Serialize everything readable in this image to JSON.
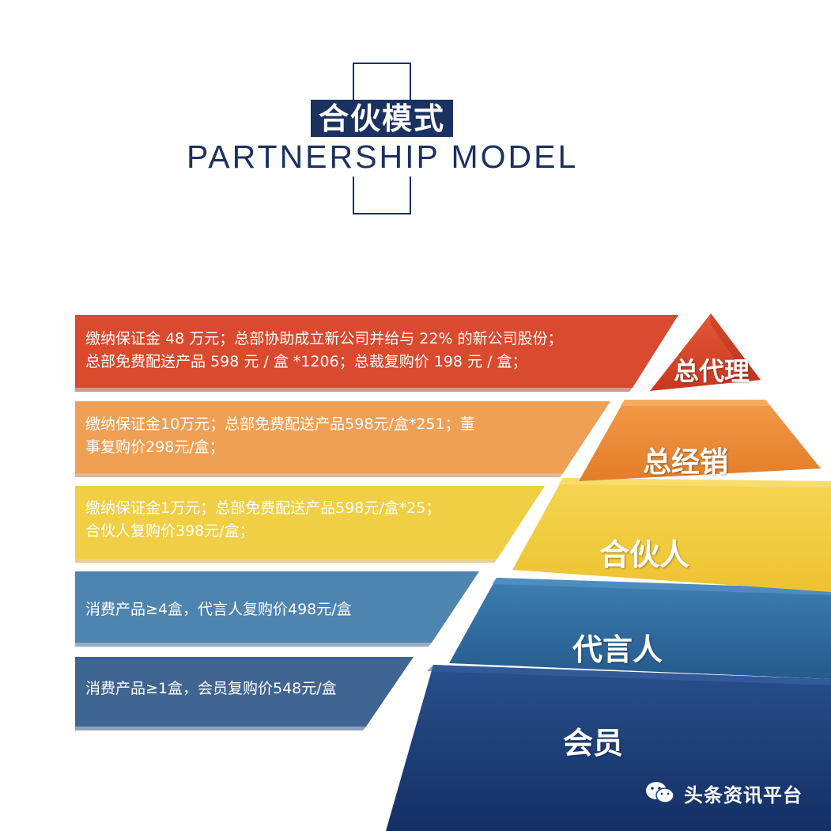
{
  "header": {
    "title": "合伙模式",
    "subtitle": "PARTNERSHIP MODEL"
  },
  "tiers": [
    {
      "name": "总代理",
      "color": "#d94a2e",
      "description": [
        "缴纳保证金 48 万元；总部协助成立新公司并给与 22% 的新公司股份；",
        "总部免费配送产品 598 元 / 盒 *1206；总裁复购价 198 元 / 盒；"
      ]
    },
    {
      "name": "总经销",
      "color": "#ee8a35",
      "description": [
        "缴纳保证金10万元；总部免费配送产品598元/盒*251；董",
        "事复购价298元/盒；"
      ]
    },
    {
      "name": "合伙人",
      "color": "#f0c93d",
      "description": [
        "缴纳保证金1万元；总部免费配送产品598元/盒*25；",
        "合伙人复购价398元/盒；"
      ]
    },
    {
      "name": "代言人",
      "color": "#2f6a9e",
      "description": [
        "消费产品≥4盒，代言人复购价498元/盒"
      ]
    },
    {
      "name": "会员",
      "color": "#1e3f78",
      "description": [
        "消费产品≥1盒，会员复购价548元/盒"
      ]
    }
  ],
  "watermark": {
    "text": "头条资讯平台",
    "icon": "wechat-icon"
  }
}
